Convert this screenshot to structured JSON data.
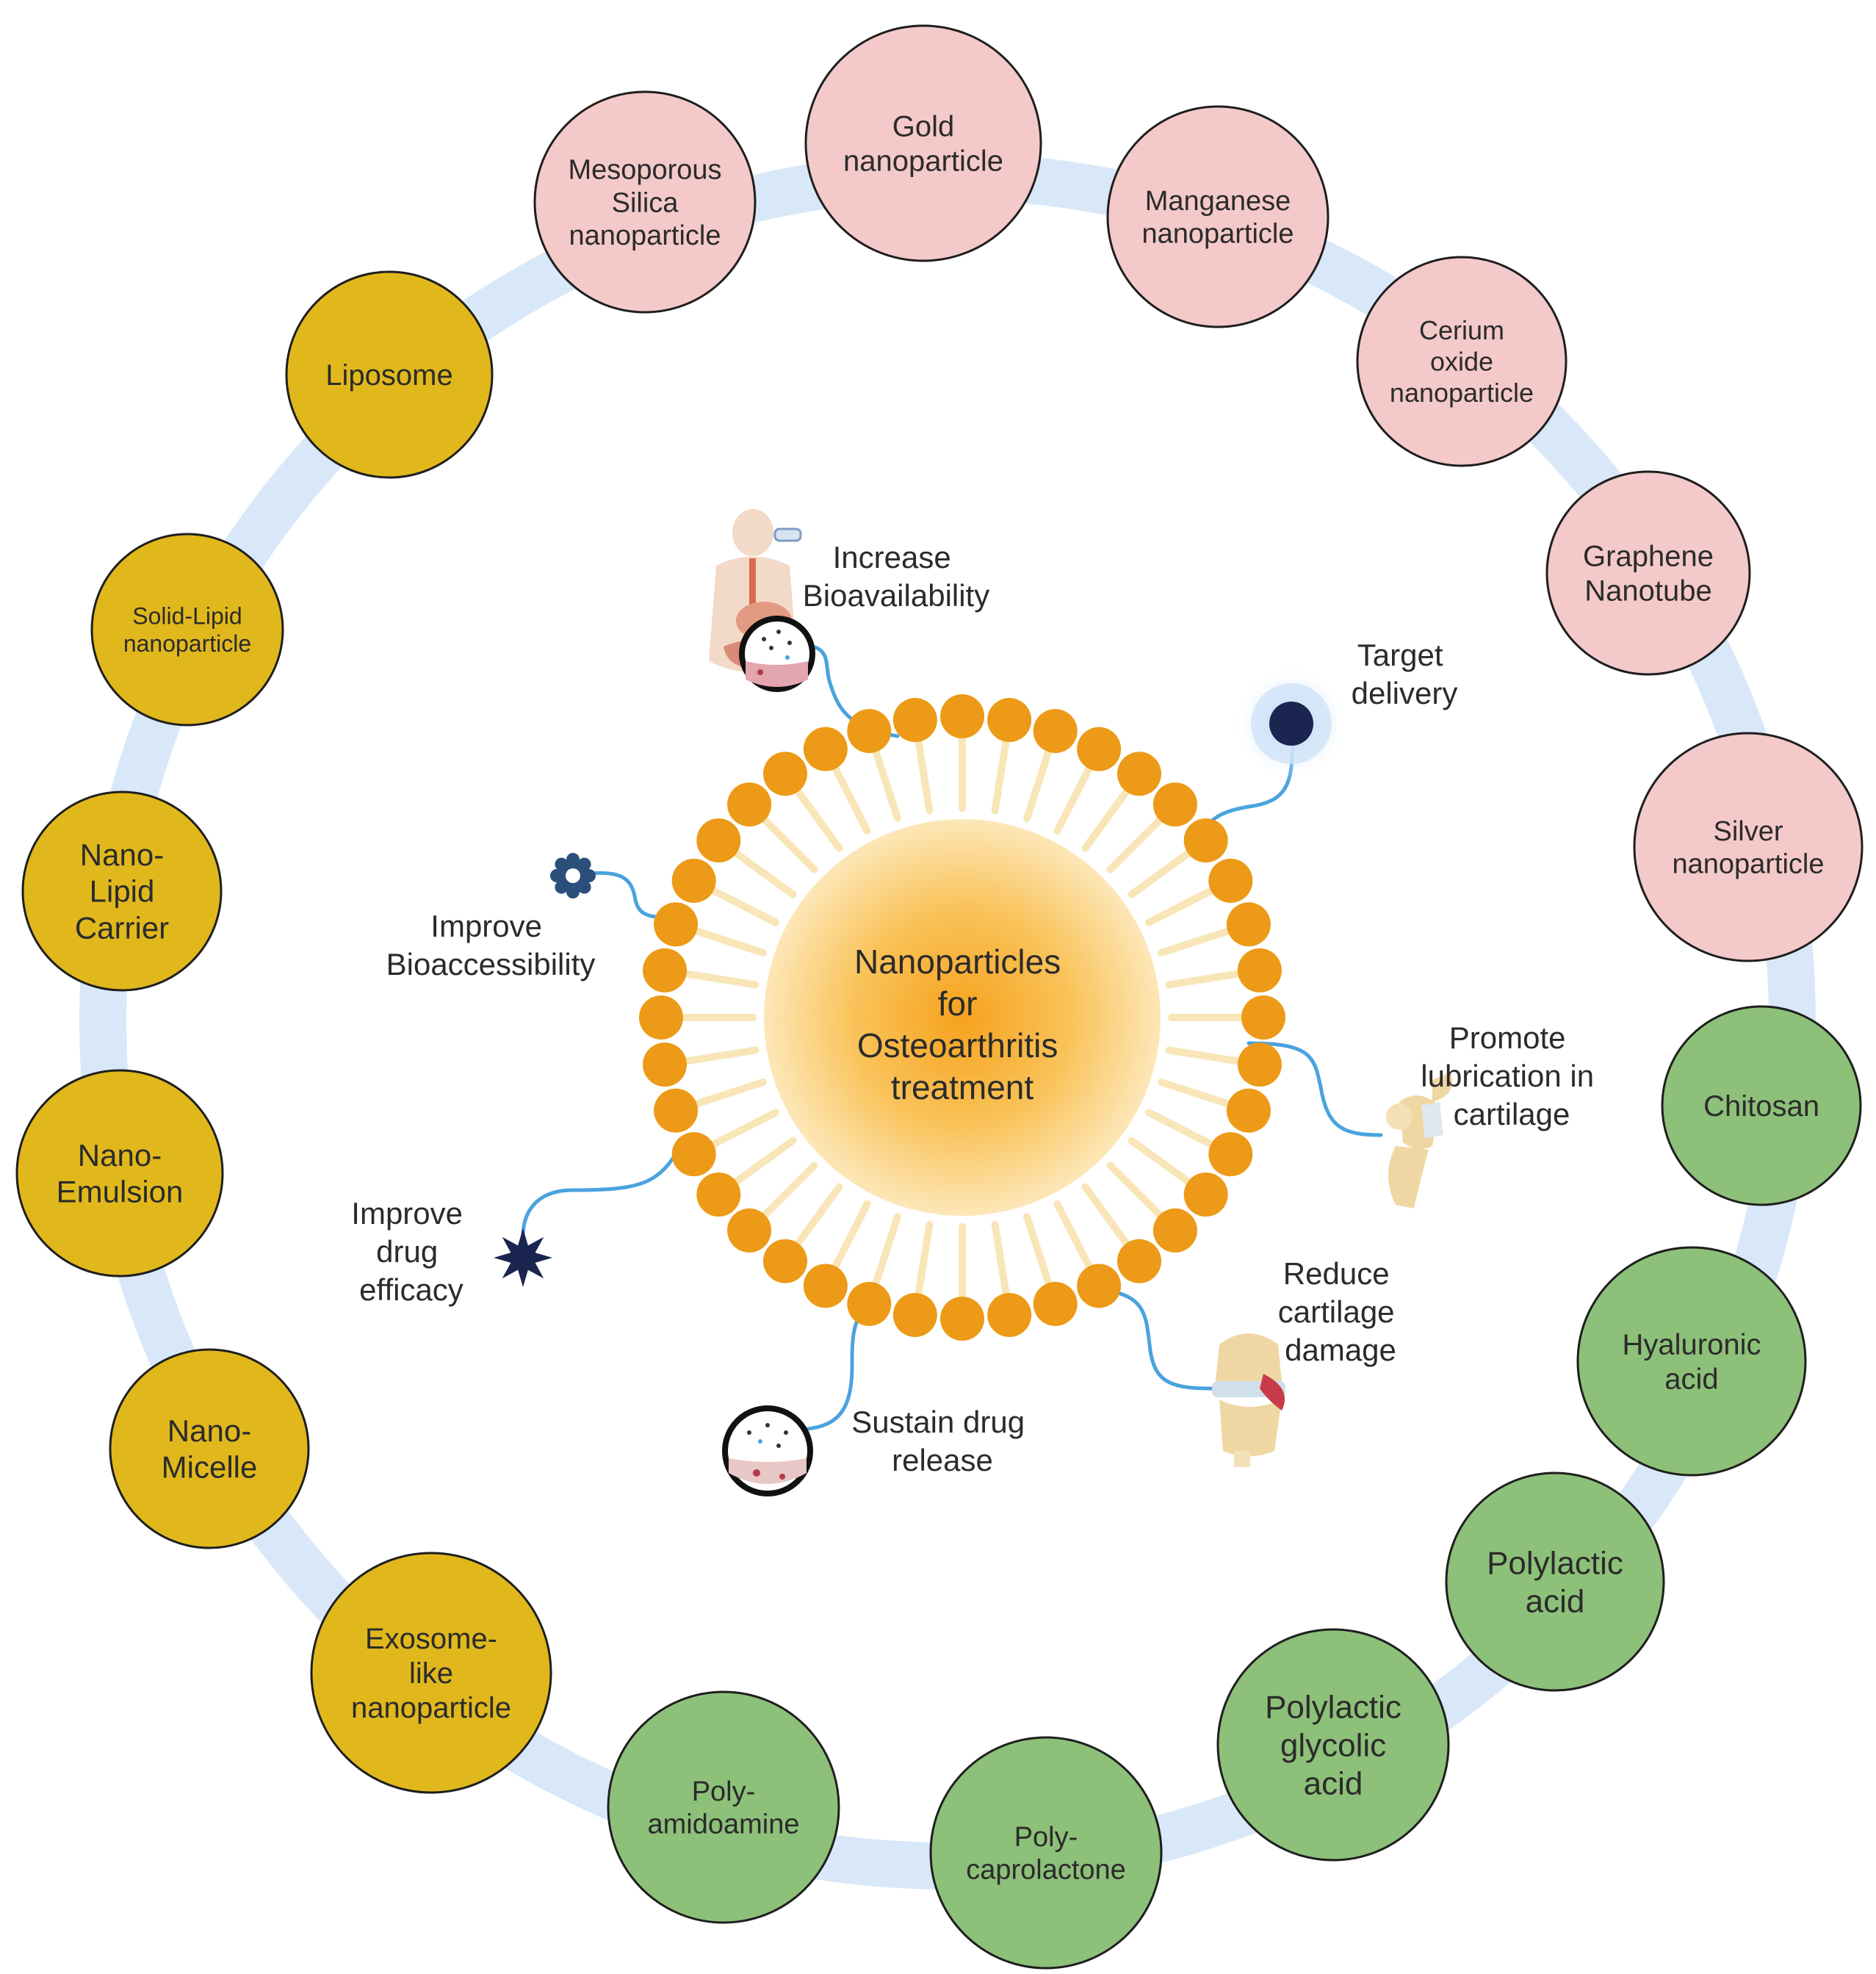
{
  "colors": {
    "ring": "#d9e8f8",
    "inorganic": "#f4c9c9",
    "lipid": "#e1b81c",
    "polymer": "#8dc079",
    "bead": "#ec9a17",
    "tail": "#f8e6b8",
    "line": "#4aa3dd",
    "circle_stroke": "#1e1e1e",
    "dark_icon": "#1a2550",
    "text": "#2b2b2b"
  },
  "center": {
    "lines": [
      "Nanoparticles",
      "for",
      "Osteoarthritis",
      "treatment"
    ]
  },
  "categories": {
    "inorganic": [
      {
        "lines": [
          "Mesoporous",
          "Silica",
          "nanoparticle"
        ]
      },
      {
        "lines": [
          "Gold",
          "nanoparticle"
        ]
      },
      {
        "lines": [
          "Manganese",
          "nanoparticle"
        ]
      },
      {
        "lines": [
          "Cerium",
          "oxide",
          "nanoparticle"
        ]
      },
      {
        "lines": [
          "Graphene",
          "Nanotube"
        ]
      },
      {
        "lines": [
          "Silver",
          "nanoparticle"
        ]
      }
    ],
    "polymer": [
      {
        "lines": [
          "Chitosan"
        ]
      },
      {
        "lines": [
          "Hyaluronic",
          "acid"
        ]
      },
      {
        "lines": [
          "Polylactic",
          "acid"
        ]
      },
      {
        "lines": [
          "Polylactic",
          "glycolic",
          "acid"
        ]
      },
      {
        "lines": [
          "Poly-",
          "caprolactone"
        ]
      },
      {
        "lines": [
          "Poly-",
          "amidoamine"
        ]
      }
    ],
    "lipid": [
      {
        "lines": [
          "Exosome-",
          "like",
          "nanoparticle"
        ]
      },
      {
        "lines": [
          "Nano-",
          "Micelle"
        ]
      },
      {
        "lines": [
          "Nano-",
          "Emulsion"
        ]
      },
      {
        "lines": [
          "Nano-",
          "Lipid",
          "Carrier"
        ]
      },
      {
        "lines": [
          "Solid-Lipid",
          "nanoparticle"
        ]
      },
      {
        "lines": [
          "Liposome"
        ]
      }
    ]
  },
  "benefits": [
    {
      "id": "bioavailability",
      "icon": "digestive-system-icon",
      "lines": [
        "Increase",
        "Bioavailability"
      ]
    },
    {
      "id": "target",
      "icon": "target-dot-icon",
      "lines": [
        "Target",
        "delivery"
      ]
    },
    {
      "id": "lubrication",
      "icon": "knee-joint-icon",
      "lines": [
        "Promote",
        "lubrication in",
        "cartilage"
      ]
    },
    {
      "id": "cartilage",
      "icon": "inflamed-knee-icon",
      "lines": [
        "Reduce",
        "cartilage",
        "damage"
      ]
    },
    {
      "id": "release",
      "icon": "tissue-release-icon",
      "lines": [
        "Sustain drug",
        "release"
      ]
    },
    {
      "id": "efficacy",
      "icon": "star-burst-icon",
      "lines": [
        "Improve",
        "drug",
        "efficacy"
      ]
    },
    {
      "id": "bioaccessibility",
      "icon": "gear-particle-icon",
      "lines": [
        "Improve",
        "Bioaccessibility"
      ]
    }
  ]
}
